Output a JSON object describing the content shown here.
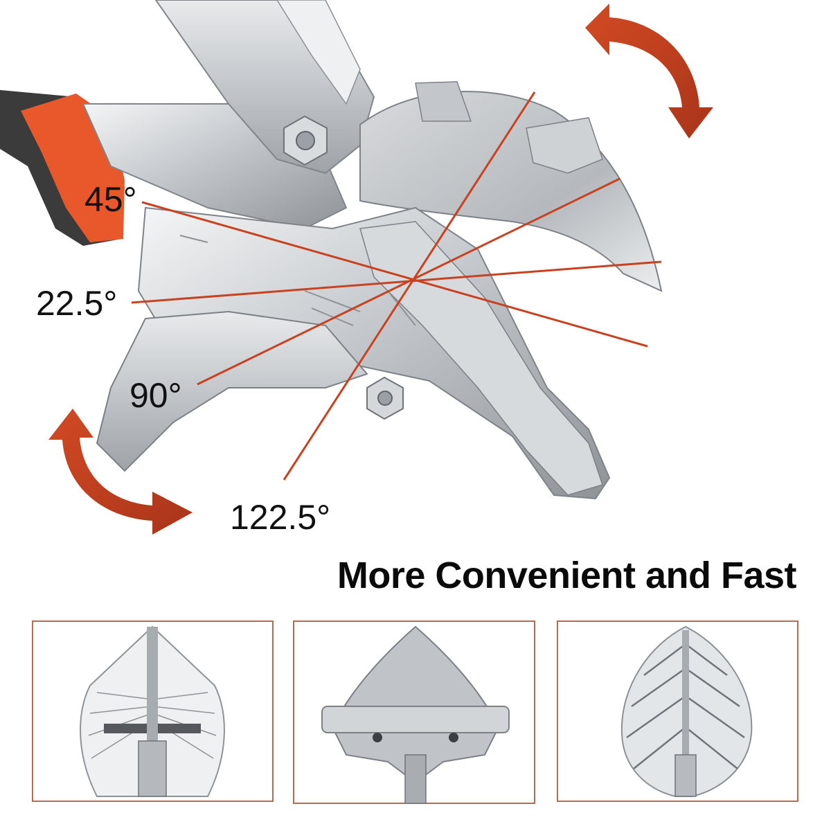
{
  "angles": {
    "a45": "45°",
    "a22_5": "22.5°",
    "a90": "90°",
    "a122_5": "122.5°"
  },
  "headline": "More Convenient and Fast",
  "colors": {
    "accent": "#c9411f",
    "handle_orange": "#e8582a",
    "handle_dark": "#3a3a3a",
    "steel": "#c8ccd0",
    "frame": "#b86a4c"
  },
  "icons": {
    "arrows": "curved-double-arrow-icon"
  }
}
